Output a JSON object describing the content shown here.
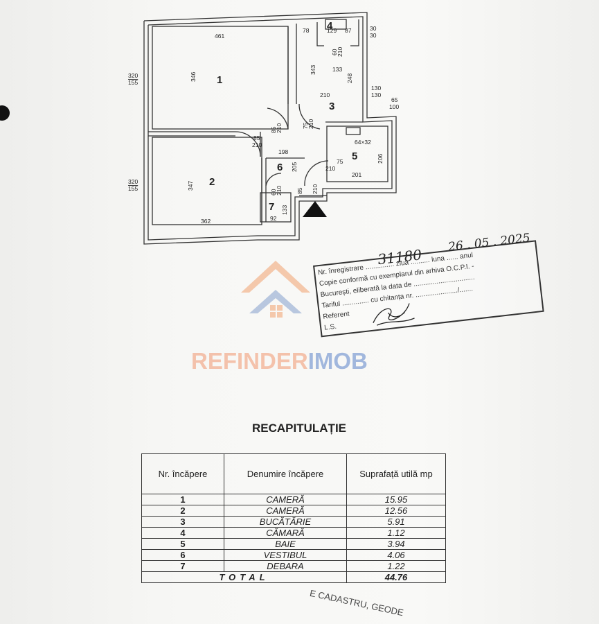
{
  "floor_plan": {
    "rooms": [
      "1",
      "2",
      "3",
      "4",
      "5",
      "6",
      "7"
    ],
    "dimensions": {
      "r1_width": "461",
      "r1_height": "346",
      "left_top_outer": "320",
      "left_top_inner": "155",
      "r2_width": "362",
      "r2_height": "347",
      "left_bottom_outer": "320",
      "left_bottom_inner": "155",
      "top_78": "78",
      "top_129": "129",
      "top_87": "87",
      "right_30a": "30",
      "right_30b": "30",
      "r4_door": "60\n210",
      "r4_133": "133",
      "r3_343": "343",
      "r3_248": "248",
      "r3_210": "210",
      "r3_130a": "130",
      "r3_130b": "130",
      "r5_65": "65",
      "r5_100": "100",
      "door1": "85\n210",
      "door2": "75\n210",
      "door3": "85\n210",
      "hall_198": "198",
      "hall_205": "205",
      "r5_64x32": "64×32",
      "r5_206": "206",
      "r5_201": "201",
      "door5": "75\n210",
      "door6": "85\n210",
      "r7_door": "60\n210",
      "r7_133": "133",
      "r7_92": "92"
    }
  },
  "stamp": {
    "line1": "Nr. înregistrare ............... ziua .......... luna ...... anul",
    "line2": "Copie conformă cu exemplarul din arhiva O.C.P.I. -",
    "line3": "București, eliberată la data de ................................",
    "line4": "Tariful .............. cu chitanța nr. ....................../.......",
    "line5": "Referent",
    "line6": "L.S.",
    "handwritten_no": "31180",
    "handwritten_date": "26 . 05 . 2025"
  },
  "watermark": {
    "part1": "REFINDER",
    "part2": "IMOB"
  },
  "recap": {
    "title": "RECAPITULAȚIE",
    "headers": [
      "Nr. încăpere",
      "Denumire încăpere",
      "Suprafață utilă mp"
    ],
    "rows": [
      {
        "nr": "1",
        "name": "CAMERĂ",
        "area": "15.95"
      },
      {
        "nr": "2",
        "name": "CAMERĂ",
        "area": "12.56"
      },
      {
        "nr": "3",
        "name": "BUCĂTĂRIE",
        "area": "5.91"
      },
      {
        "nr": "4",
        "name": "CĂMARĂ",
        "area": "1.12"
      },
      {
        "nr": "5",
        "name": "BAIE",
        "area": "3.94"
      },
      {
        "nr": "6",
        "name": "VESTIBUL",
        "area": "4.06"
      },
      {
        "nr": "7",
        "name": "DEBARA",
        "area": "1.22"
      }
    ],
    "total_label": "TOTAL",
    "total_value": "44.76"
  },
  "seal_text": "E CADASTRU, GEODE"
}
